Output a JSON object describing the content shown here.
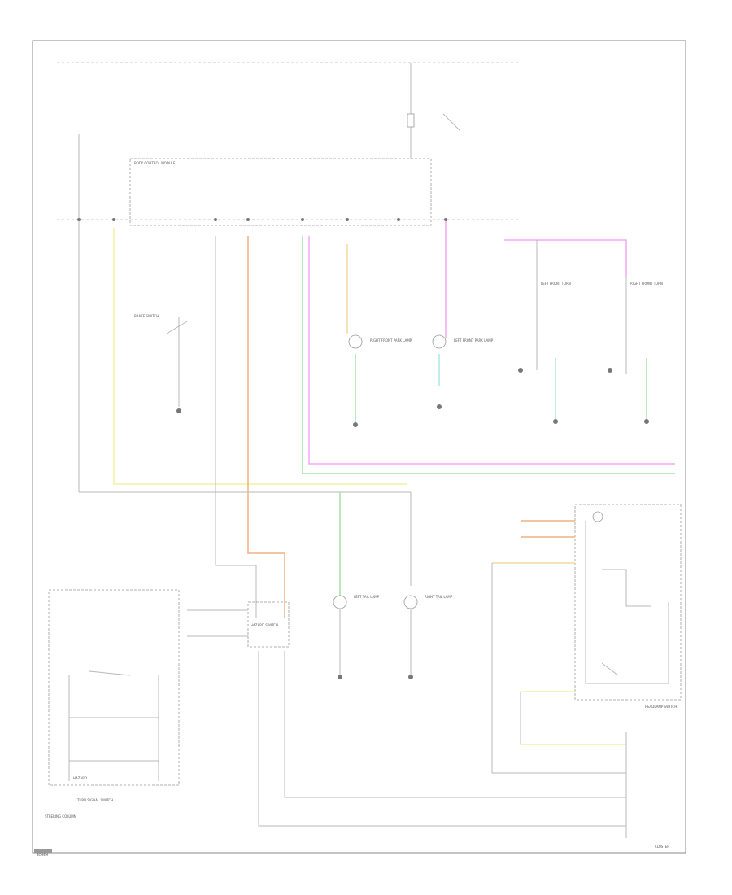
{
  "diagram": {
    "title": "Exterior Lighting Wiring Diagram",
    "modules": {
      "bcm": "BODY CONTROL MODULE",
      "instrument_cluster": "CLUSTER",
      "headlamp_switch": "HEADLAMP SWITCH",
      "turn_signal_switch": "TURN SIGNAL SWITCH",
      "hazard": "HAZARD",
      "steering_column": "STEERING COLUMN"
    },
    "components": {
      "left_front_park": "LEFT FRONT PARK LAMP",
      "right_front_park": "RIGHT FRONT PARK LAMP",
      "left_tail": "LEFT TAIL LAMP",
      "right_tail": "RIGHT TAIL LAMP",
      "left_front_turn": "LEFT FRONT TURN",
      "right_front_turn": "RIGHT FRONT TURN",
      "brake_switch": "BRAKE SWITCH",
      "hazard_switch": "HAZARD SWITCH"
    },
    "wire_colors": {
      "yellow": "#f2f2a0",
      "orange": "#f4b080",
      "green": "#a8e0a8",
      "pink": "#f2a8f2",
      "cyan": "#a8e8e8",
      "grey": "#c8c8c8",
      "tan": "#f2d8a0"
    },
    "footer": {
      "page_code": "SCHEM",
      "sheet_label": "CLUSTER"
    }
  }
}
